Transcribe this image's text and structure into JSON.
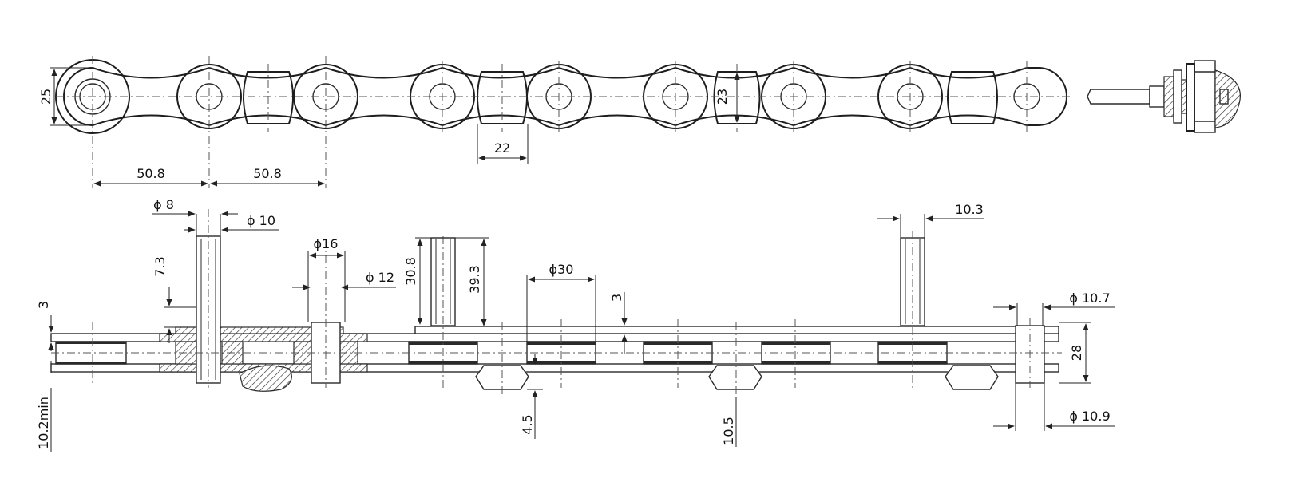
{
  "title": "",
  "labels": {
    "height_25": "25",
    "pitch_a": "50.8",
    "pitch_b": "50.8",
    "block_width": "22",
    "block_height": "23",
    "pin_d8": "ϕ 8",
    "pin_d10": "ϕ 10",
    "h_7_3": "7.3",
    "t_3_left": "3",
    "min_10_2": "10.2min",
    "d16": "ϕ16",
    "d12": "ϕ 12",
    "h_30_8": "30.8",
    "h_39_3": "39.3",
    "d30": "ϕ30",
    "t_3_mid": "3",
    "h_4_5": "4.5",
    "h_10_5": "10.5",
    "w_10_3": "10.3",
    "d10_7": "ϕ 10.7",
    "d10_9": "ϕ 10.9",
    "h_28": "28"
  }
}
